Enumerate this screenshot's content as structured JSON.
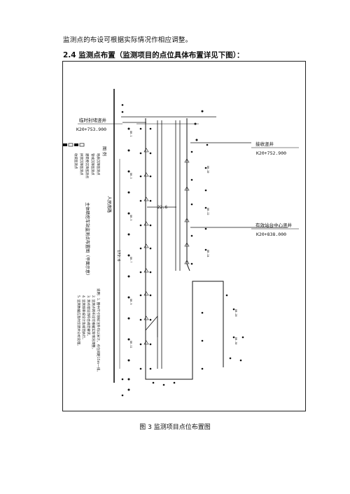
{
  "document": {
    "intro_text": "监测点的布设可根据实际情况作相应调整。",
    "section_heading": "2.4 监测点布置（监测项目的点位具体布置详见下图）：",
    "figure_caption": "图 3    监测项目点位布置图"
  },
  "drawing": {
    "left_well_label": "临时封堵竖井",
    "left_well_mileage": "K20+753.900",
    "right_upper_label": "接收竖井",
    "right_upper_mileage": "K20+752.900",
    "right_lower_label": "有效站台中心竖井",
    "right_lower_mileage": "K20+838.000",
    "legend_title": "图    例",
    "legend_items": [
      "地表沉降监测点",
      "管线沉降监测点",
      "建筑物沉降监测点",
      "拱顶沉降监测点",
      "收敛监测点"
    ],
    "plan_title": "主体暗挖车站监测点布置图（平面示意）",
    "road_label": "人民南路",
    "width_dim": "22.6",
    "length_dim": "172.6",
    "notes": [
      "说明：1. 图中尺寸除标注外均以米计，点位间距15m一排。",
      "2. 监测点的布设可根据实际情况调整。",
      "3. 测点埋设须符合规范要求。",
      "4. 监测频率按设计及规范执行。",
      "5. 监测数据应及时反馈并分析处理。"
    ]
  }
}
